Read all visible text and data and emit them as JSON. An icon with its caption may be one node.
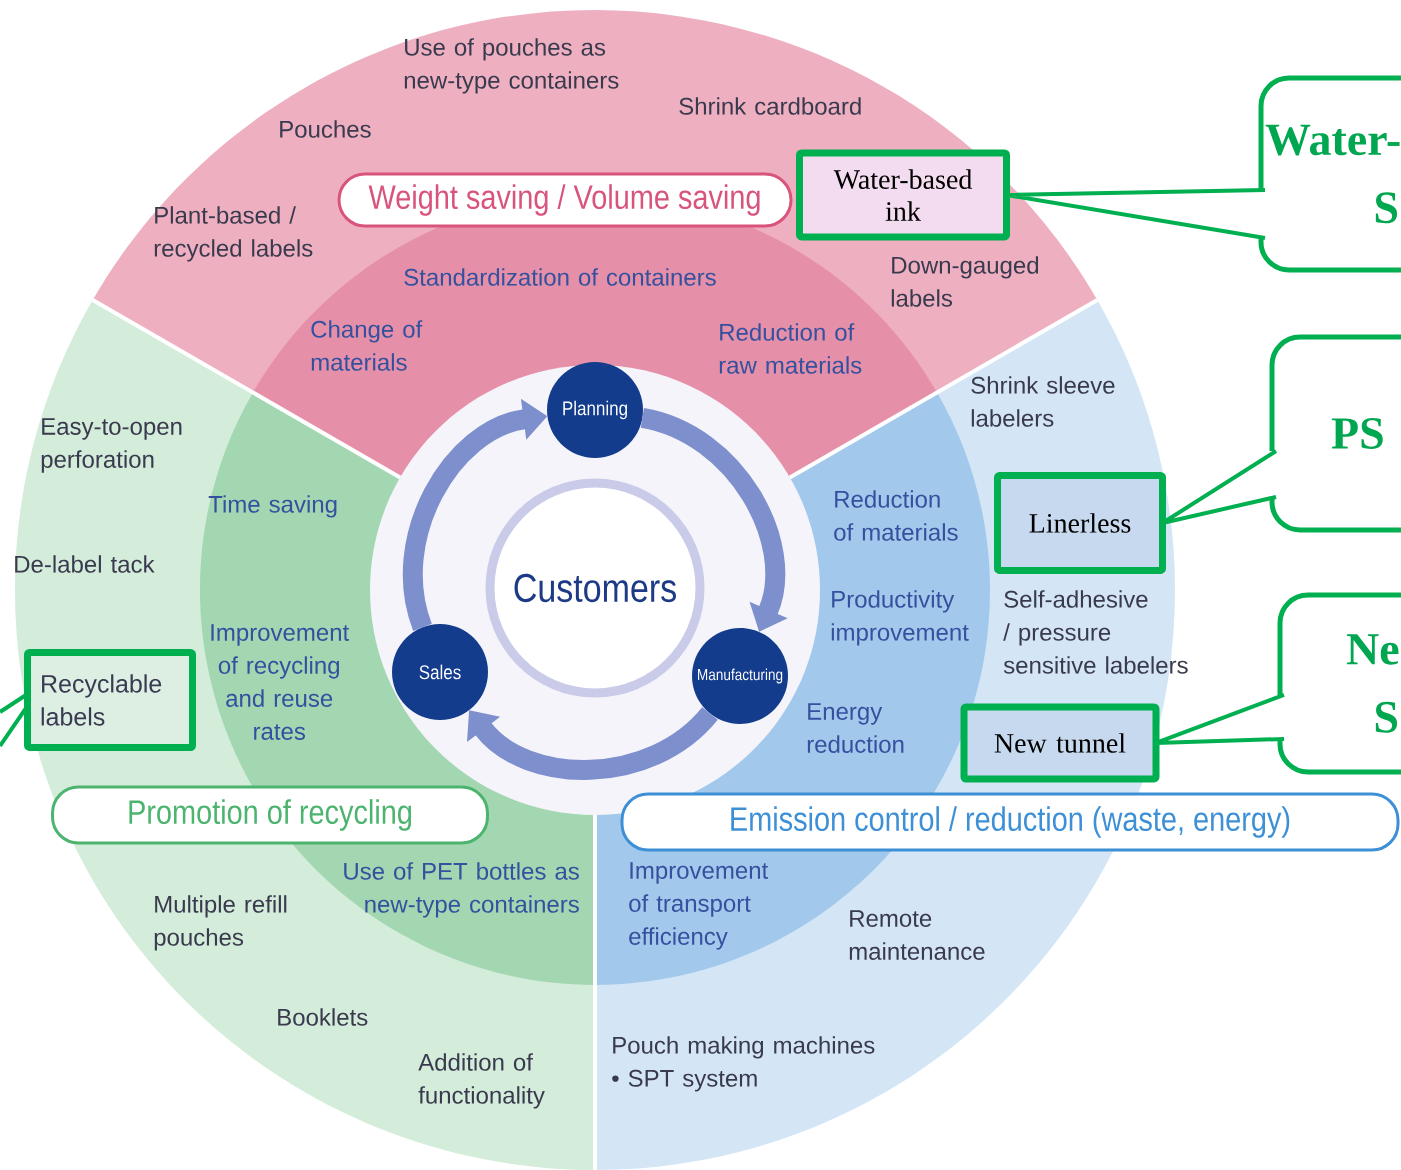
{
  "diagram": {
    "nodes": [
      {
        "text": [
          "Weight saving / Volume saving"
        ]
      },
      {
        "text": [
          "Water-based ink"
        ]
      },
      {
        "text": [
          "Water-",
          "S"
        ]
      },
      {
        "text": [
          "Planning"
        ]
      },
      {
        "text": [
          "PS"
        ]
      },
      {
        "text": [
          "Linerless"
        ]
      },
      {
        "text": [
          "Customers"
        ]
      },
      {
        "text": [
          "Ne",
          "S"
        ]
      },
      {
        "text": [
          "Sales"
        ]
      },
      {
        "text": [
          "Manufacturing"
        ]
      },
      {
        "text": [
          "Recyclable labels"
        ]
      },
      {
        "text": [
          "New tunnel"
        ]
      },
      {
        "text": [
          "Promotion of recycling"
        ]
      },
      {
        "text": [
          "Emission control / reduction (waste, energy)"
        ]
      }
    ],
    "edges": [
      {
        "from": 1,
        "to": 2,
        "arrow": "none"
      },
      {
        "from": 5,
        "to": 4,
        "arrow": "none"
      },
      {
        "from": 11,
        "to": 7,
        "arrow": "none"
      },
      {
        "from": null,
        "to": 10,
        "arrow": "none"
      },
      {
        "from": 3,
        "to": 9,
        "arrow": "to",
        "style": "thick",
        "color": "#7d8fcc"
      },
      {
        "from": 9,
        "to": 8,
        "arrow": "to",
        "style": "thick",
        "color": "#7d8fcc"
      },
      {
        "from": 8,
        "to": 3,
        "arrow": "to",
        "style": "thick",
        "color": "#7d8fcc"
      }
    ],
    "labels": [
      "Use of pouches as new-type containers",
      "Shrink cardboard",
      "Pouches",
      "Plant-based / recycled labels",
      "Standardization of containers",
      "Down-gauged labels",
      "Change of materials",
      "Reduction of raw materials",
      "Shrink sleeve labelers",
      "Easy-to-open perforation",
      "Time saving",
      "Reduction of materials",
      "De-label tack",
      "Improvement of recycling and reuse rates",
      "Productivity improvement",
      "Self-adhesive / pressure sensitive labelers",
      "Energy reduction",
      "Use of PET bottles as new-type containers",
      "Improvement of transport efficiency",
      "Multiple refill pouches",
      "Remote maintenance",
      "Booklets",
      "Addition of functionality",
      "Pouch making machines • SPT system"
    ]
  }
}
